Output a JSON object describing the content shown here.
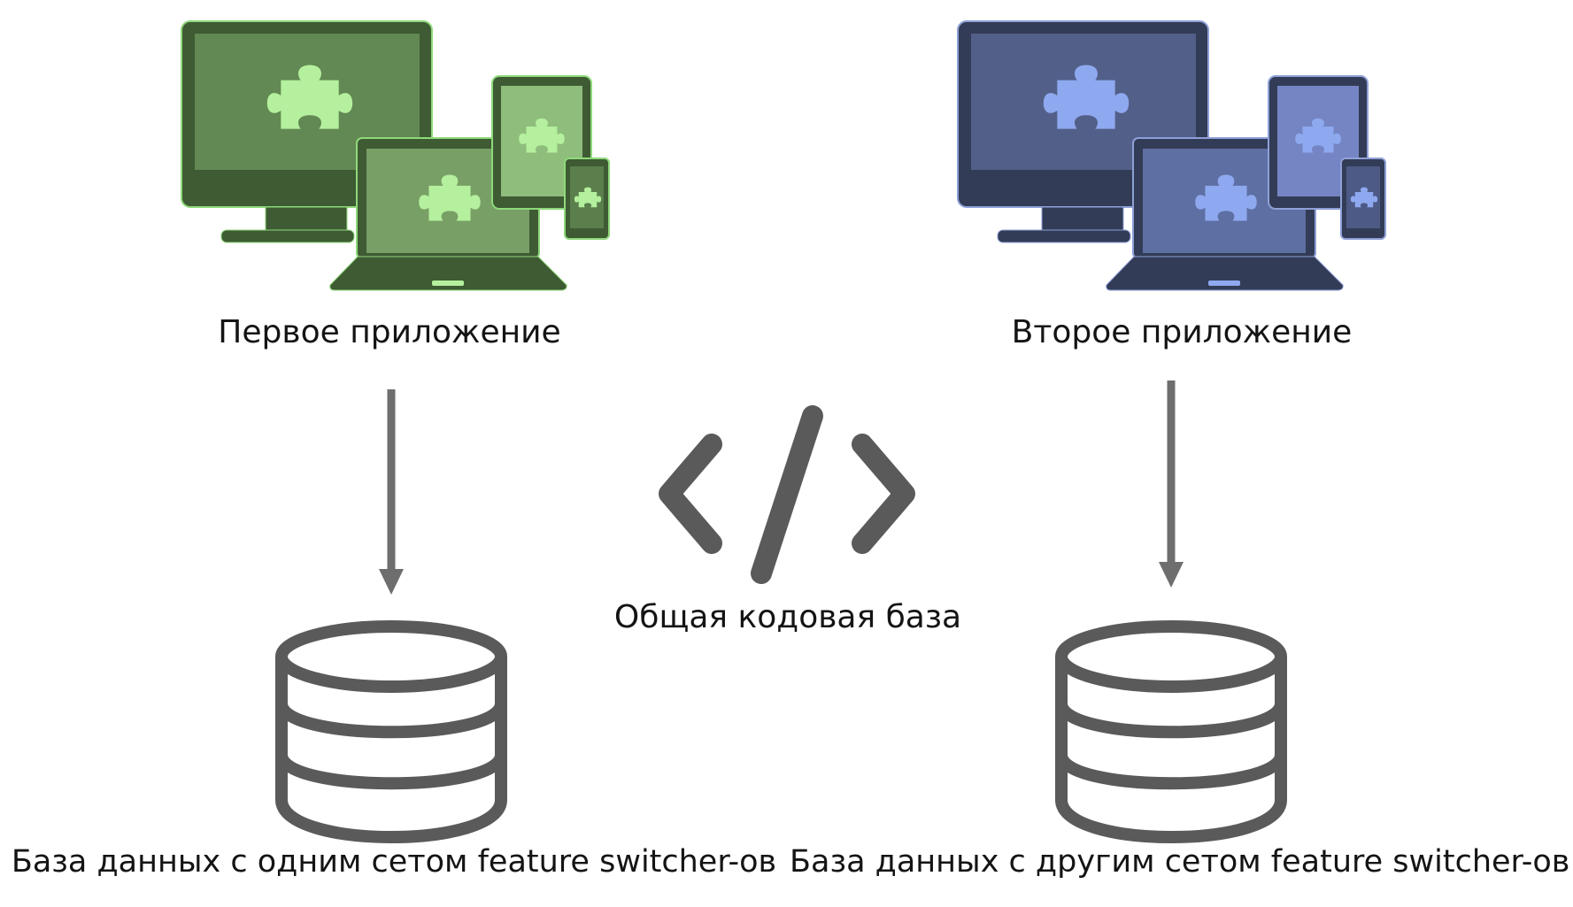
{
  "labels": {
    "app1": "Первое приложение",
    "app2": "Второе приложение",
    "code": "Общая кодовая база",
    "db1": "База данных с одним сетом feature switcher-ов",
    "db2": "База данных с другим сетом feature switcher-ов"
  },
  "colors": {
    "app1": {
      "monitor_frame": "#3e5b34",
      "monitor_screen": "#628853",
      "laptop_screen": "#789f66",
      "tablet_screen": "#8fbd7c",
      "phone_screen": "#5a7f4c",
      "puzzle": "#b4f09d",
      "outline": "#8fd97a"
    },
    "app2": {
      "monitor_frame": "#333c56",
      "monitor_screen": "#525f89",
      "laptop_screen": "#5e6fa3",
      "tablet_screen": "#7585c4",
      "phone_screen": "#4d5a85",
      "puzzle": "#8ea9ef",
      "outline": "#8ea0d8"
    },
    "gray": "#5a5a5a",
    "arrow": "#6e6e6e"
  },
  "icons": {
    "app1": "devices-puzzle-icon",
    "app2": "devices-puzzle-icon",
    "code": "code-brackets-icon",
    "db1": "database-icon",
    "db2": "database-icon"
  }
}
